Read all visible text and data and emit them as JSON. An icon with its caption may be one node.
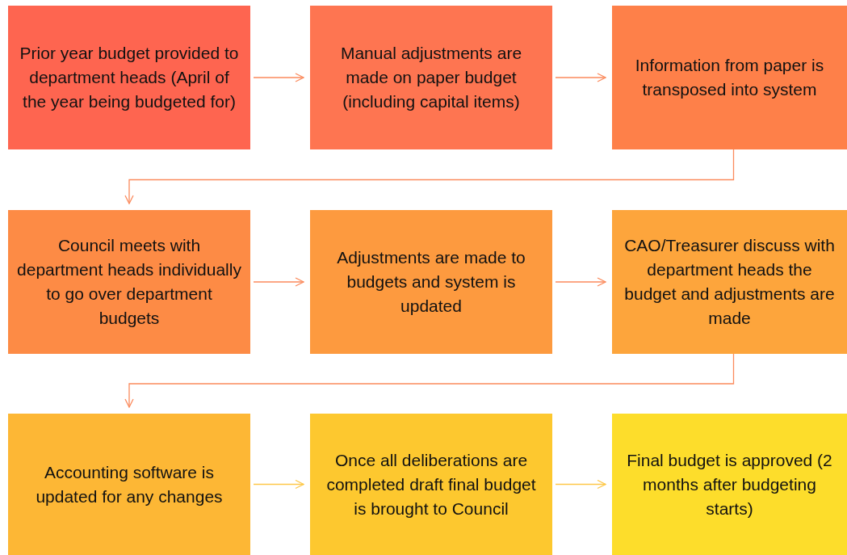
{
  "diagram": {
    "nodes": [
      {
        "text": [
          "Prior year budget provided to department heads (April of the year being budgeted for)"
        ]
      },
      {
        "text": [
          "Manual adjustments are made on paper budget (including capital items)"
        ]
      },
      {
        "text": [
          "Information from paper is transposed into system"
        ]
      },
      {
        "text": [
          "Council meets with department heads individually to go over department budgets"
        ]
      },
      {
        "text": [
          "Adjustments are made to budgets and system is updated"
        ]
      },
      {
        "text": [
          "CAO/Treasurer discuss with department heads the budget and adjustments are made"
        ]
      },
      {
        "text": [
          "Accounting software is updated for any changes"
        ]
      },
      {
        "text": [
          "Once all deliberations are completed draft final budget is brought to Council"
        ]
      },
      {
        "text": [
          "Final budget is approved (2 months after budgeting starts)"
        ]
      }
    ],
    "edges": [
      {
        "from": 0,
        "to": 1,
        "arrow": "to"
      },
      {
        "from": 1,
        "to": 2,
        "arrow": "to"
      },
      {
        "from": 2,
        "to": 3,
        "arrow": "to"
      },
      {
        "from": 3,
        "to": 4,
        "arrow": "to"
      },
      {
        "from": 4,
        "to": 5,
        "arrow": "to"
      },
      {
        "from": 5,
        "to": 6,
        "arrow": "to"
      },
      {
        "from": 6,
        "to": 7,
        "arrow": "to",
        "color": "#fdc84a"
      },
      {
        "from": 7,
        "to": 8,
        "arrow": "to",
        "color": "#fdc84a"
      }
    ]
  }
}
